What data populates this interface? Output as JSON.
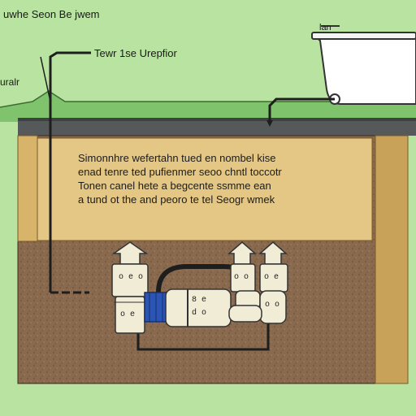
{
  "labels": {
    "top_title": "uwhe Seon Be jwem",
    "pipe_label": "Tewr 1se Urepfior",
    "left_label": "uralr",
    "tub_label": "lan"
  },
  "panel": {
    "lines": [
      "Simonnhre wefertahn tued en nombel kise",
      "enad tenre ted pufienmer seoo chntl toccotr",
      "Tonen canel hete a begcente ssmme ean",
      "a tund ot the and peoro te tel Seogr wmek"
    ]
  },
  "fittings": {
    "left_top": "o e o",
    "left_bottom": "o e",
    "center_left": "8 e",
    "center_right": "d o",
    "right_a": "o o",
    "right_b": "o e",
    "right_c": "o o"
  },
  "colors": {
    "grass": "#b9e3a0",
    "ground_top": "#8fd07a",
    "slab": "#56595a",
    "wall_panel": "#e4c784",
    "soil": "#8a6a4f",
    "pipe": "#1e1e1e",
    "fitting": "#f0ecd5",
    "coupler": "#2a55b5",
    "tub": "#ffffff"
  }
}
